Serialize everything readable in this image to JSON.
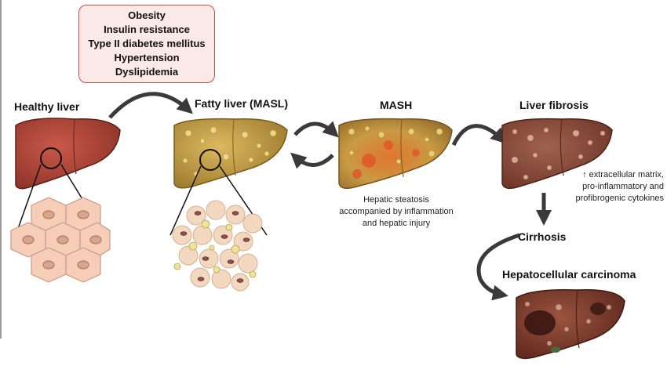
{
  "risk_factors": [
    "Obesity",
    "Insulin resistance",
    "Type II diabetes mellitus",
    "Hypertension",
    "Dyslipidemia"
  ],
  "stages": {
    "healthy": "Healthy liver",
    "fatty": "Fatty liver (MASL)",
    "mash": "MASH",
    "fibrosis": "Liver fibrosis",
    "cirrhosis": "Cirrhosis",
    "hcc": "Hepatocellular carcinoma"
  },
  "notes": {
    "mash": [
      "Hepatic steatosis",
      "accompanied by inflammation",
      "and hepatic injury"
    ],
    "fibrosis": [
      "↑ extracellular matrix,",
      "pro-inflammatory and",
      "profibrogenic cytokines"
    ]
  },
  "colors": {
    "healthy_liver": "#b04a3e",
    "fatty_liver": "#c9a24a",
    "mash_liver": "#c98a3a",
    "fibrosis_liver": "#8a4a3a",
    "hcc_liver": "#7a3a2a",
    "arrow": "#3a3a3a",
    "risk_border": "#c0504d"
  }
}
